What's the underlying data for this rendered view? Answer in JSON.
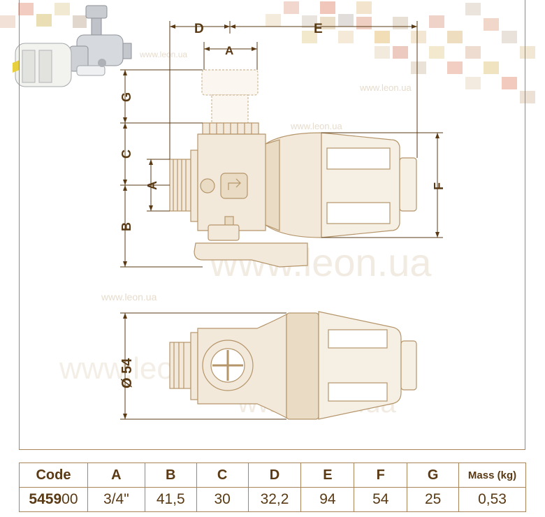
{
  "watermark": "www.leon.ua",
  "dimension_labels": {
    "D": "D",
    "E": "E",
    "A_top": "A",
    "G": "G",
    "C": "C",
    "A_side": "A",
    "B": "B",
    "F": "F",
    "diameter": "Ø 54"
  },
  "colors": {
    "brown": "#5a3a14",
    "body_fill": "#f3e9da",
    "body_stroke": "#b5956a",
    "frame": "#a8845a"
  },
  "table": {
    "headers": [
      "Code",
      "A",
      "B",
      "C",
      "D",
      "E",
      "F",
      "G",
      "Mass (kg)"
    ],
    "row": {
      "code_bold": "5459",
      "code_rest": "00",
      "values": [
        "3/4\"",
        "41,5",
        "30",
        "32,2",
        "94",
        "54",
        "25",
        "0,53"
      ]
    }
  }
}
